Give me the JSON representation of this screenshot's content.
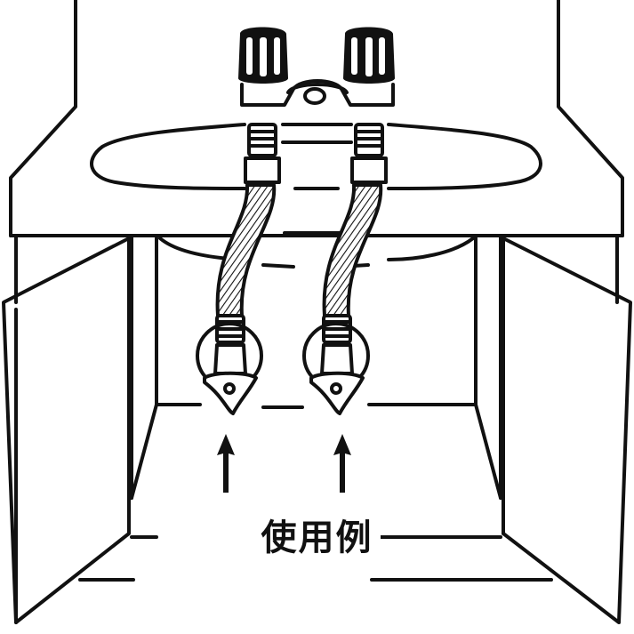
{
  "diagram": {
    "caption": "使用例",
    "subject": "wash basin with two-handle faucet, flexible hoses and stop valves under vanity cabinet",
    "arrows": [
      {
        "id": "left-arrow",
        "direction": "up"
      },
      {
        "id": "right-arrow",
        "direction": "up"
      }
    ],
    "components": [
      "faucet-handle-left",
      "faucet-handle-right",
      "spout",
      "sink-basin",
      "braided-hose-left",
      "braided-hose-right",
      "stop-valve-left",
      "stop-valve-right",
      "cabinet-door-left",
      "cabinet-door-right"
    ],
    "colors": {
      "line": "#111111",
      "background": "#ffffff"
    }
  }
}
